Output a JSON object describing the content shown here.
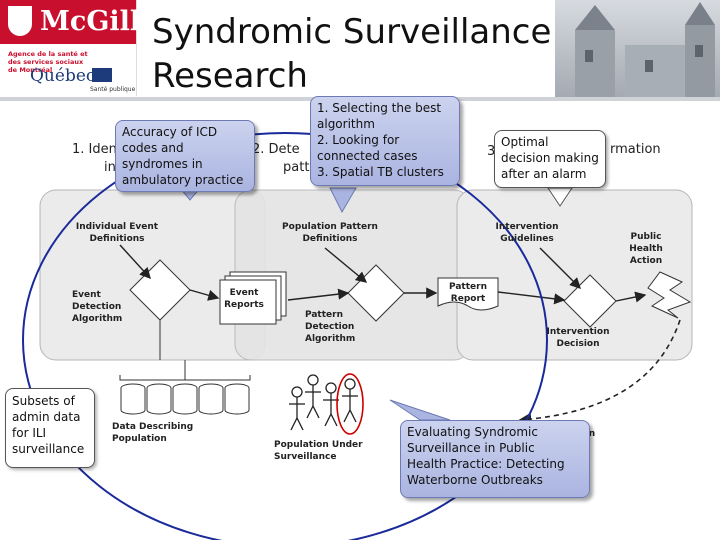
{
  "logo": {
    "university": "McGill",
    "agency": "Agence de la santé et des services sociaux de Montréal",
    "province": "Québec",
    "ministry": "Santé publique"
  },
  "title": "Syndromic Surveillance Research",
  "stages": {
    "stage1_full": "1. Identifying",
    "stage1_line2": "inc",
    "stage2_full": "2. Dete",
    "stage2_line2": "patt",
    "stage3_full": "3",
    "stage3_tail": "rmation"
  },
  "callouts": {
    "icd": [
      "Accuracy of ICD",
      "codes and",
      "syndromes in",
      "ambulatory practice"
    ],
    "algorithm": [
      "1. Selecting the best",
      "algorithm",
      "2. Looking for",
      "connected cases",
      "3. Spatial TB clusters"
    ],
    "optimal": [
      "Optimal",
      "decision making",
      "after an alarm"
    ],
    "evaluating": [
      "Evaluating Syndromic",
      "Surveillance in Public",
      "Health Practice: Detecting",
      "Waterborne Outbreaks"
    ],
    "subsets": [
      "Subsets of",
      "admin data",
      "for ILI",
      "surveillance"
    ]
  },
  "diagram": {
    "individual_event_defs": [
      "Individual Event",
      "Definitions"
    ],
    "population_pattern_defs": [
      "Population Pattern",
      "Definitions"
    ],
    "intervention_guidelines": [
      "Intervention",
      "Guidelines"
    ],
    "public_health_action": [
      "Public",
      "Health",
      "Action"
    ],
    "event_detection_algorithm": [
      "Event",
      "Detection",
      "Algorithm"
    ],
    "event_reports": [
      "Event",
      "Reports"
    ],
    "pattern_report": [
      "Pattern",
      "Report"
    ],
    "pattern_detection_algorithm": [
      "Pattern",
      "Detection",
      "Algorithm"
    ],
    "intervention_decision": [
      "Intervention",
      "Decision"
    ],
    "data_describing_population": [
      "Data Describing",
      "Population"
    ],
    "population_under_surveillance": [
      "Population Under",
      "Surveillance"
    ],
    "partial_label": "n"
  },
  "colors": {
    "mcgill_red": "#c8102e",
    "callout_blue": "#aab4e0",
    "ellipse_blue": "#1a2a9a",
    "highlight_red": "#cc0000"
  }
}
